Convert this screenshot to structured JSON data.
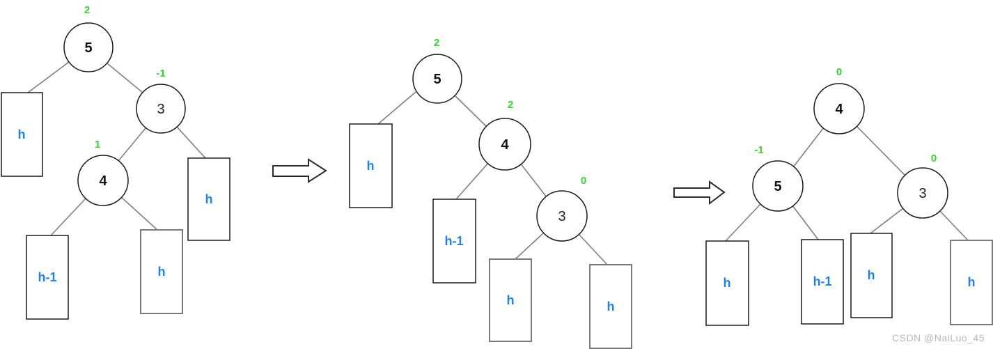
{
  "colors": {
    "balance_factor": "#35d435",
    "height_label": "#1e82e6",
    "node_text": "#111111",
    "edge": "#7f7f7f",
    "watermark": "#b9b9b9"
  },
  "watermark": {
    "text": "CSDN @NaiLuo_45"
  },
  "trees": [
    {
      "id": "tree-unbalanced",
      "nodes": [
        {
          "value": "5",
          "balance": "2"
        },
        {
          "value": "3",
          "balance": "-1"
        },
        {
          "value": "4",
          "balance": "1"
        }
      ],
      "leaves": [
        {
          "label": "h"
        },
        {
          "label": "h-1"
        },
        {
          "label": "h"
        },
        {
          "label": "h"
        }
      ]
    },
    {
      "id": "tree-after-right-rotation",
      "nodes": [
        {
          "value": "5",
          "balance": "2"
        },
        {
          "value": "4",
          "balance": "2"
        },
        {
          "value": "3",
          "balance": "0"
        }
      ],
      "leaves": [
        {
          "label": "h"
        },
        {
          "label": "h-1"
        },
        {
          "label": "h"
        },
        {
          "label": "h"
        }
      ]
    },
    {
      "id": "tree-balanced",
      "nodes": [
        {
          "value": "4",
          "balance": "0"
        },
        {
          "value": "5",
          "balance": "-1"
        },
        {
          "value": "3",
          "balance": "0"
        }
      ],
      "leaves": [
        {
          "label": "h"
        },
        {
          "label": "h-1"
        },
        {
          "label": "h"
        },
        {
          "label": "h"
        }
      ]
    }
  ]
}
